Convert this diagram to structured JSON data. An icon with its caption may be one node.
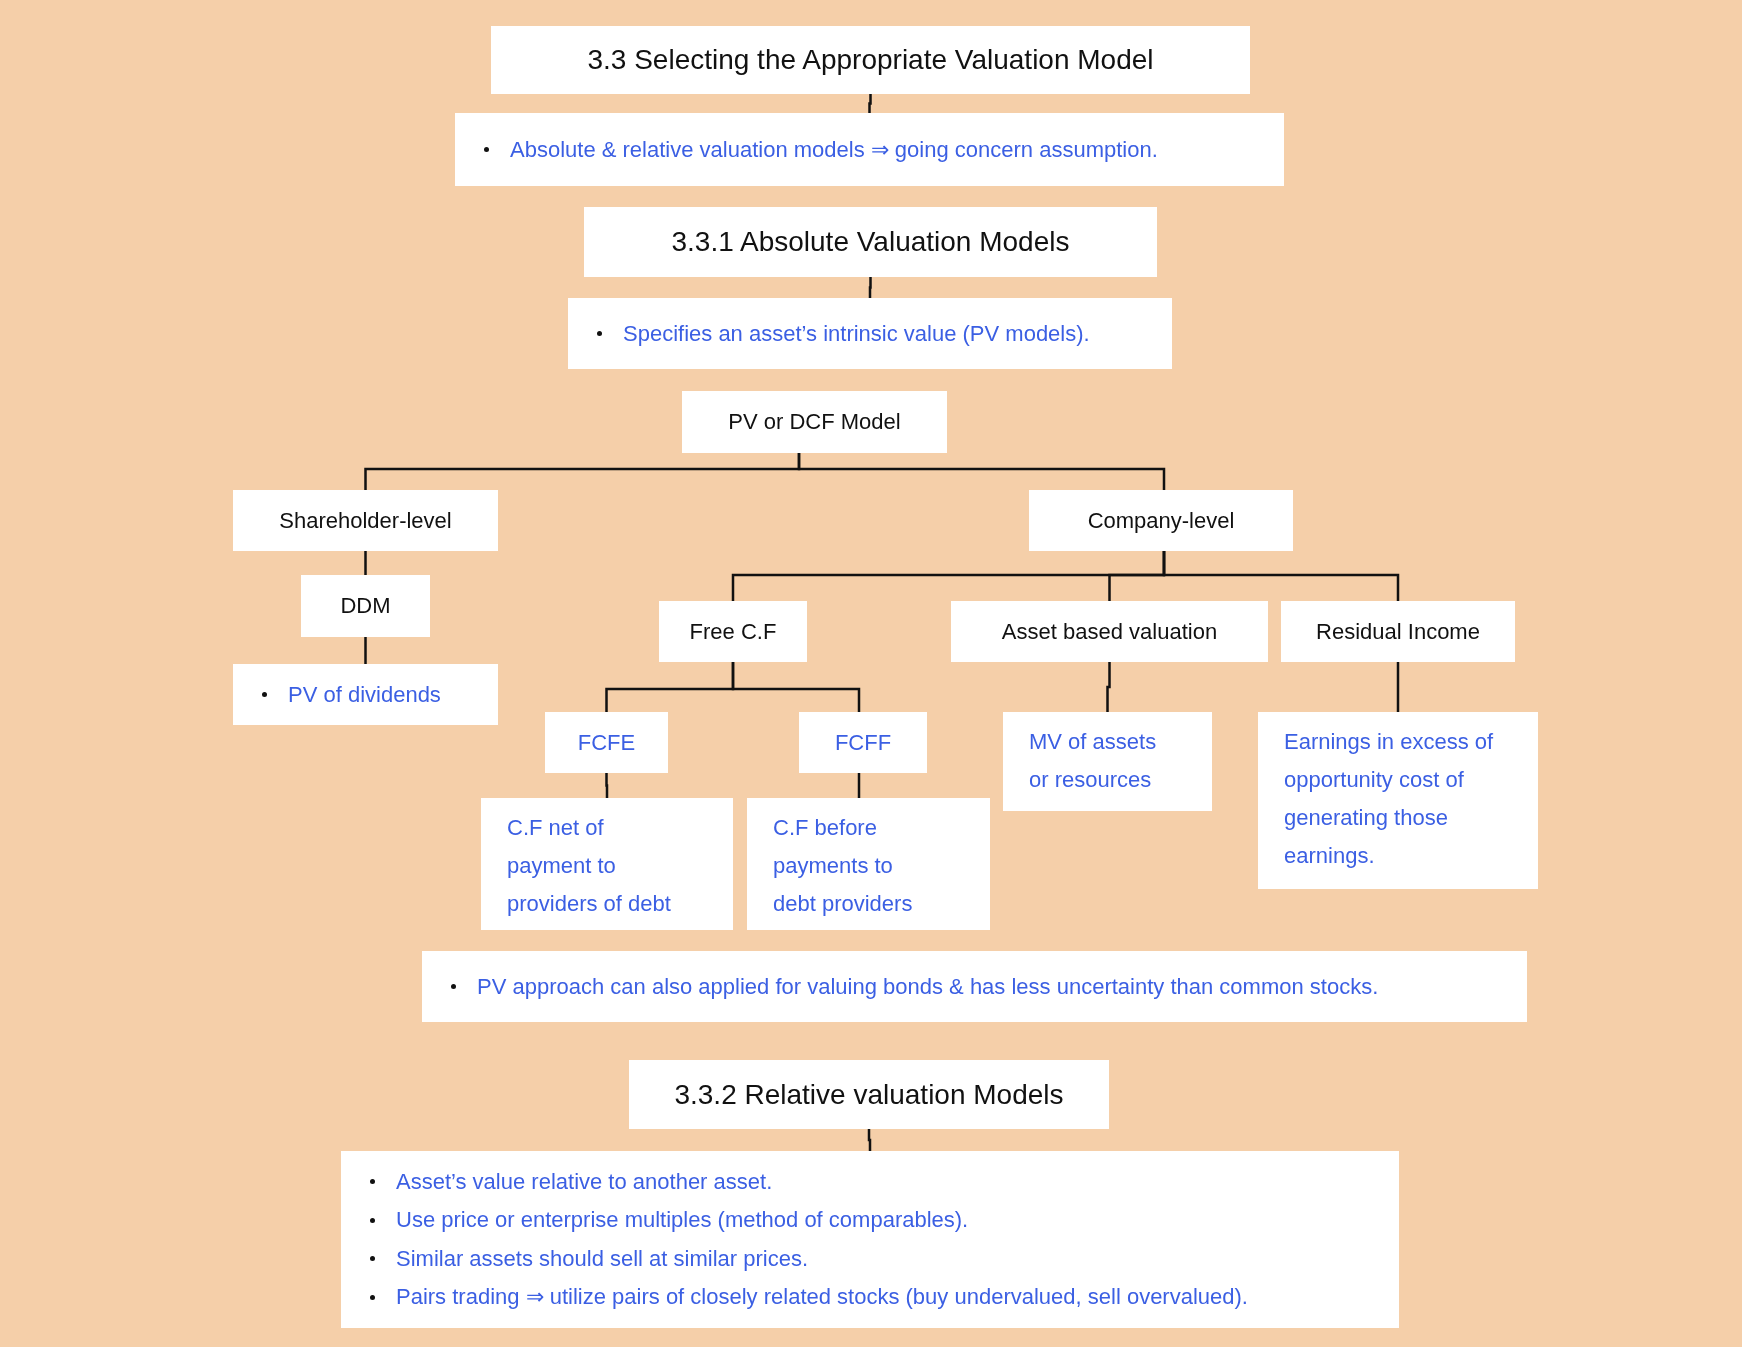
{
  "diagram": {
    "nodes": [
      {
        "text": [
          "3.3 Selecting the Appropriate Valuation Model"
        ]
      },
      {
        "text": [
          "Absolute & relative valuation models ⇒ going concern assumption."
        ]
      },
      {
        "text": [
          "3.3.1 Absolute Valuation Models"
        ]
      },
      {
        "text": [
          "Specifies an asset’s intrinsic value (PV models)."
        ]
      },
      {
        "text": [
          "PV or DCF Model"
        ]
      },
      {
        "text": [
          "Shareholder-level"
        ]
      },
      {
        "text": [
          "Company-level"
        ]
      },
      {
        "text": [
          "DDM"
        ]
      },
      {
        "text": [
          "Free C.F"
        ]
      },
      {
        "text": [
          "Asset based valuation"
        ]
      },
      {
        "text": [
          "Residual Income"
        ]
      },
      {
        "text": [
          "PV of dividends"
        ]
      },
      {
        "text": [
          "FCFE"
        ]
      },
      {
        "text": [
          "FCFF"
        ]
      },
      {
        "text": [
          "MV of assets or resources"
        ]
      },
      {
        "text": [
          "Earnings in excess of opportunity cost of generating those earnings."
        ]
      },
      {
        "text": [
          "C.F net of payment to providers of debt"
        ]
      },
      {
        "text": [
          "C.F before payments to debt providers"
        ]
      },
      {
        "text": [
          "PV approach can also applied for valuing bonds & has less uncertainty than common stocks."
        ]
      },
      {
        "text": [
          "3.3.2 Relative valuation Models"
        ]
      },
      {
        "text": [
          "Asset’s value relative to another asset.",
          "Use price or enterprise multiples (method of comparables).",
          "Similar assets should sell at similar prices.",
          "Pairs trading ⇒ utilize pairs of closely related stocks (buy undervalued, sell overvalued)."
        ]
      }
    ],
    "edges": [
      {
        "from": 0,
        "to": 1,
        "arrow": "none"
      },
      {
        "from": 2,
        "to": 3,
        "arrow": "none"
      },
      {
        "from": 4,
        "to": 5,
        "arrow": "none"
      },
      {
        "from": 4,
        "to": 6,
        "arrow": "none"
      },
      {
        "from": 5,
        "to": 7,
        "arrow": "none"
      },
      {
        "from": 7,
        "to": 11,
        "arrow": "none"
      },
      {
        "from": 6,
        "to": 8,
        "arrow": "none"
      },
      {
        "from": 6,
        "to": 9,
        "arrow": "none"
      },
      {
        "from": 6,
        "to": 10,
        "arrow": "none"
      },
      {
        "from": 8,
        "to": 12,
        "arrow": "none"
      },
      {
        "from": 8,
        "to": 13,
        "arrow": "none"
      },
      {
        "from": 12,
        "to": 16,
        "arrow": "none"
      },
      {
        "from": 13,
        "to": 17,
        "arrow": "none"
      },
      {
        "from": 9,
        "to": 14,
        "arrow": "none"
      },
      {
        "from": 10,
        "to": 15,
        "arrow": "none"
      },
      {
        "from": 19,
        "to": 20,
        "arrow": "none"
      }
    ]
  }
}
